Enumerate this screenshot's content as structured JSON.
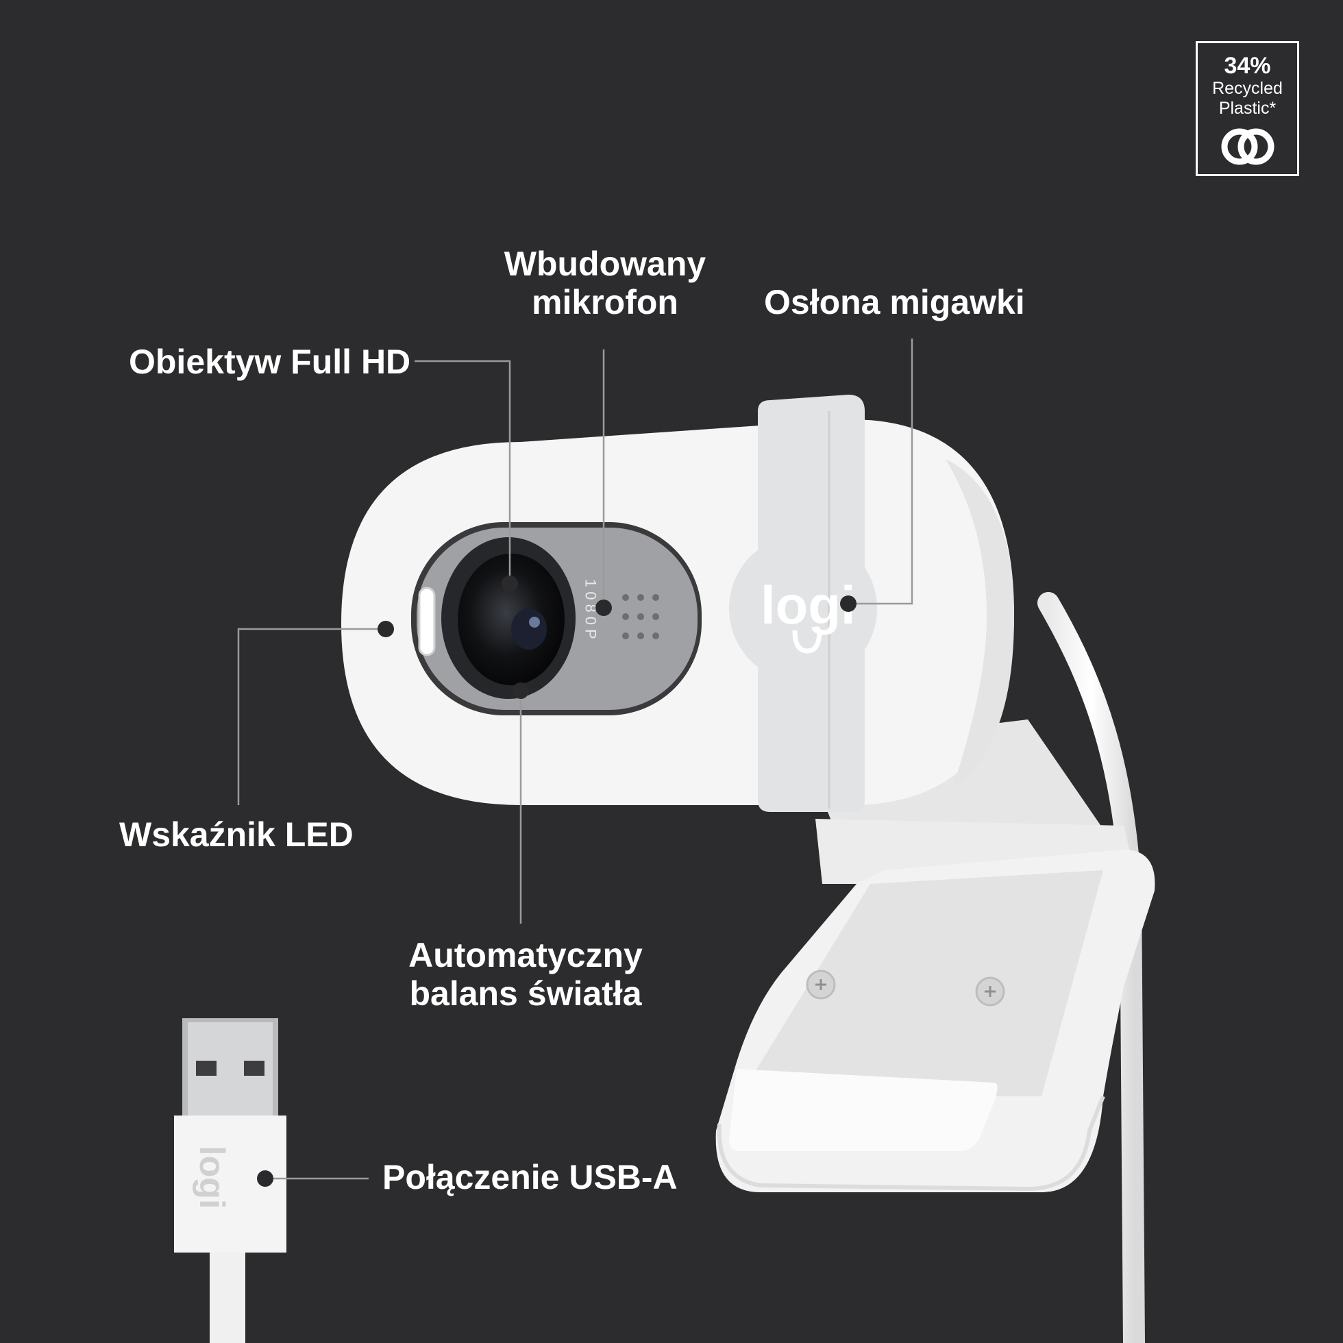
{
  "badge": {
    "percent": "34%",
    "line1": "Recycled",
    "line2": "Plastic*",
    "icon": "recycle-loop-icon"
  },
  "labels": {
    "lens": "Obiektyw Full HD",
    "mic_line1": "Wbudowany",
    "mic_line2": "mikrofon",
    "shutter": "Osłona migawki",
    "led": "Wskaźnik LED",
    "awb_line1": "Automatyczny",
    "awb_line2": "balans światła",
    "usb": "Połączenie USB-A"
  },
  "product": {
    "brand_logo": "logi",
    "resolution_print": "1080P",
    "colors": {
      "background": "#2c2c2e",
      "body": "#f4f4f4",
      "shutter_band": "#e2e3e5",
      "lens_bezel": "#9fa1a4",
      "callout_line": "#9a9a9a"
    }
  }
}
